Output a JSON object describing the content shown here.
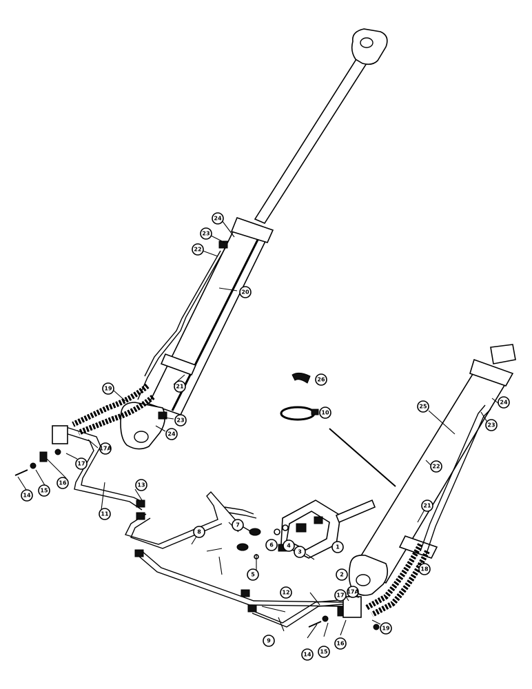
{
  "callouts": [
    {
      "label": "24"
    },
    {
      "label": "23"
    },
    {
      "label": "22"
    },
    {
      "label": "20"
    },
    {
      "label": "21"
    },
    {
      "label": "19"
    },
    {
      "label": "23"
    },
    {
      "label": "24"
    },
    {
      "label": "17A"
    },
    {
      "label": "17"
    },
    {
      "label": "16"
    },
    {
      "label": "15"
    },
    {
      "label": "14"
    },
    {
      "label": "13"
    },
    {
      "label": "11"
    },
    {
      "label": "8"
    },
    {
      "label": "7"
    },
    {
      "label": "6"
    },
    {
      "label": "4"
    },
    {
      "label": "3"
    },
    {
      "label": "1"
    },
    {
      "label": "5"
    },
    {
      "label": "2"
    },
    {
      "label": "12"
    },
    {
      "label": "9"
    },
    {
      "label": "14"
    },
    {
      "label": "15"
    },
    {
      "label": "16"
    },
    {
      "label": "17"
    },
    {
      "label": "17A"
    },
    {
      "label": "19"
    },
    {
      "label": "18"
    },
    {
      "label": "21"
    },
    {
      "label": "22"
    },
    {
      "label": "25"
    },
    {
      "label": "24"
    },
    {
      "label": "23"
    },
    {
      "label": "26"
    },
    {
      "label": "10"
    }
  ]
}
